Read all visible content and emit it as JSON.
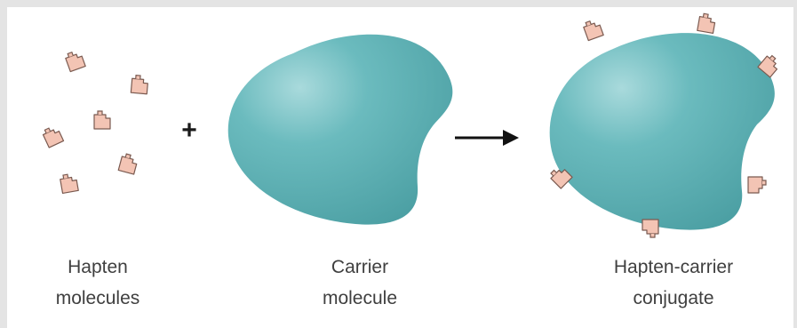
{
  "figure": {
    "background": "#ffffff",
    "border_color": "#e4e4e4",
    "carrier_color": "#5fb0b4",
    "hapten_color": "#f3c4b4",
    "hapten_outline": "#7a5a50",
    "operator_plus": "+",
    "arrow_icon": "right-arrow"
  },
  "labels": {
    "hapten_line1": "Hapten",
    "hapten_line2": "molecules",
    "carrier_line1": "Carrier",
    "carrier_line2": "molecule",
    "conjugate_line1": "Hapten-carrier",
    "conjugate_line2": "conjugate"
  }
}
